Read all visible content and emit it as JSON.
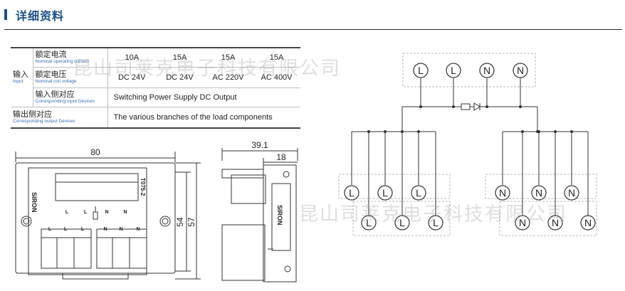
{
  "header": {
    "title": "详细资料"
  },
  "table": {
    "input_label": {
      "cn": "输入",
      "en": "Input"
    },
    "rated_current": {
      "cn": "额定电流",
      "en": "Nominal operating current",
      "values": [
        "10A",
        "15A",
        "15A",
        "15A"
      ]
    },
    "rated_voltage": {
      "cn": "额定电压",
      "en": "Nominal coil voltage",
      "values": [
        "DC 24V",
        "DC 24V",
        "AC 220V",
        "AC 400V"
      ]
    },
    "input_devices": {
      "cn": "输入侧对应",
      "en": "Corresponding input Devices",
      "value": "Switching Power Supply DC Output"
    },
    "output_devices": {
      "cn": "输出侧对应",
      "en": "Corresponding output Devices",
      "value": "The various branches of the load components"
    }
  },
  "drawing": {
    "front_width": "80",
    "height_inner": "54",
    "height_outer": "57",
    "depth_total": "39.1",
    "depth_front": "18",
    "model": "T075-2",
    "brand": "SIRON",
    "top_labels": [
      "L",
      "L",
      "N",
      "N"
    ],
    "bottom_labels": [
      "L",
      "L",
      "L",
      "N",
      "N",
      "N"
    ]
  },
  "diagram": {
    "live": "L",
    "neutral": "N"
  },
  "watermark": {
    "text": "昆山司莱克电子科技有限公司"
  }
}
